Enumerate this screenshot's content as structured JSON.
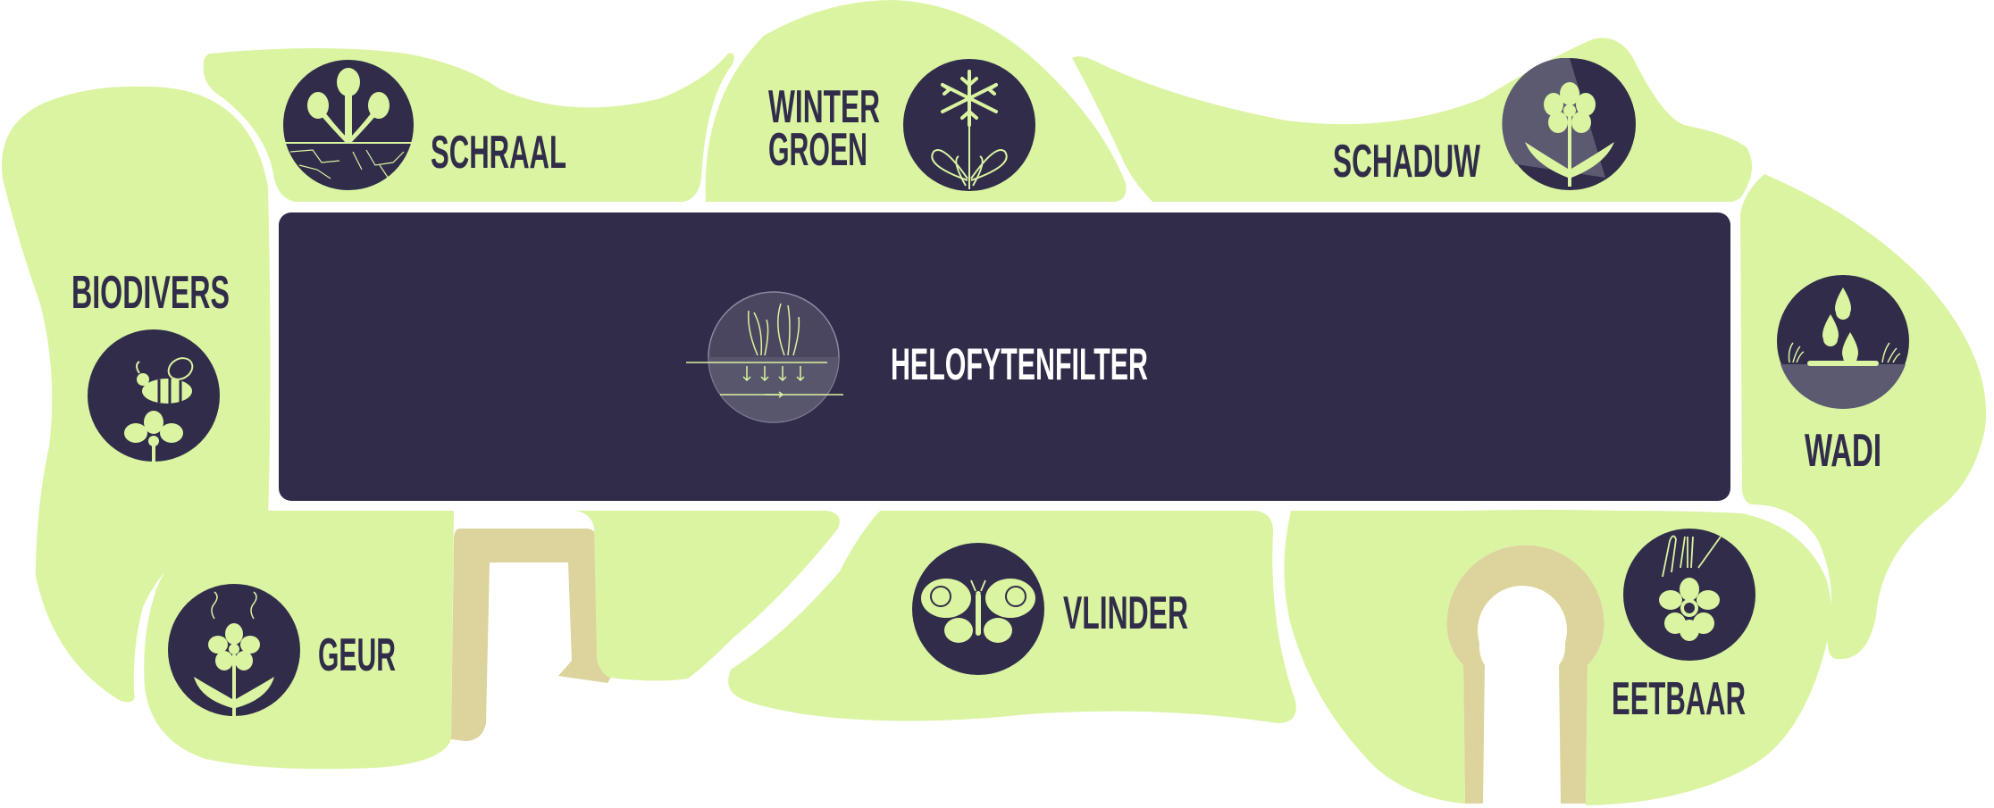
{
  "colors": {
    "background": "#ffffff",
    "zone_green": "#dbf4a1",
    "path_sand": "#ddd39c",
    "icon_navy": "#302c4a",
    "filter_bg": "#302c4a",
    "icon_line": "#dbf4a1",
    "filter_label": "#ffffff"
  },
  "center": {
    "label": "HELOFYTENFILTER",
    "icon": "water-filter-reed-icon"
  },
  "zones": [
    {
      "label": "SCHRAAL",
      "icon": "plant-dry-soil-icon"
    },
    {
      "label_line1": "WINTER",
      "label_line2": "GROEN",
      "icon": "snowflake-plant-icon"
    },
    {
      "label": "SCHADUW",
      "icon": "shade-flower-icon"
    },
    {
      "label": "BIODIVERS",
      "icon": "bee-flower-icon"
    },
    {
      "label": "WADI",
      "icon": "water-drops-icon"
    },
    {
      "label": "GEUR",
      "icon": "scented-flower-icon"
    },
    {
      "label": "VLINDER",
      "icon": "butterfly-icon"
    },
    {
      "label": "EETBAAR",
      "icon": "edible-flower-icon"
    }
  ]
}
